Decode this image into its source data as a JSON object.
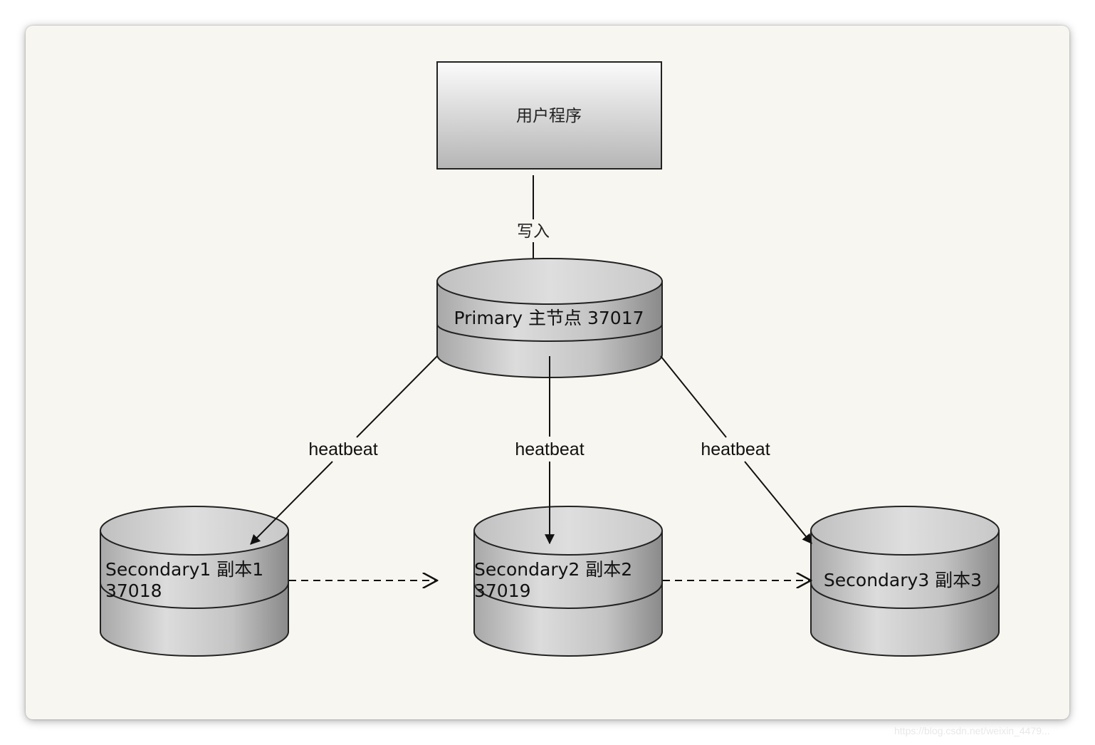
{
  "diagram": {
    "user_program": {
      "label": "用户程序"
    },
    "write_edge": {
      "label": "写入"
    },
    "primary": {
      "label": "Primary 主节点  37017"
    },
    "secondaries": [
      {
        "line1": "Secondary1  副本1",
        "line2": "37018"
      },
      {
        "line1": "Secondary2  副本2",
        "line2": "37019"
      },
      {
        "line1": "Secondary3  副本3",
        "line2": ""
      }
    ],
    "heartbeat_edges": [
      {
        "label": "heatbeat"
      },
      {
        "label": "heatbeat"
      },
      {
        "label": "heatbeat"
      }
    ]
  },
  "watermark": {
    "text": "https://blog.csdn.net/weixin_4479..."
  },
  "colors": {
    "background": "#f8f6f0",
    "node_fill_light": "#efefef",
    "node_fill_dark": "#8e8e8e",
    "stroke": "#222222"
  }
}
